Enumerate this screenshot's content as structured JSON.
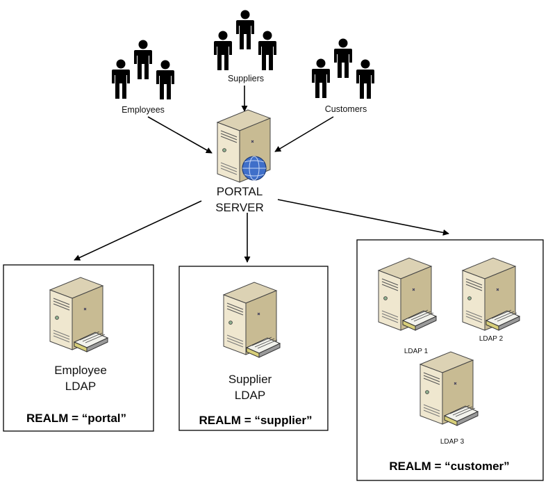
{
  "groups": {
    "employees": "Employees",
    "suppliers": "Suppliers",
    "customers": "Customers"
  },
  "portal": {
    "line1": "PORTAL",
    "line2": "SERVER"
  },
  "employee_box": {
    "line1": "Employee",
    "line2": "LDAP",
    "realm": "REALM = “portal”"
  },
  "supplier_box": {
    "line1": "Supplier",
    "line2": "LDAP",
    "realm": "REALM = “supplier”"
  },
  "customer_box": {
    "ldap1": "LDAP 1",
    "ldap2": "LDAP 2",
    "ldap3": "LDAP 3",
    "realm": "REALM = “customer”"
  },
  "colors": {
    "server_body": "#efe7cf",
    "server_side": "#c8bb93",
    "server_top": "#dcd2b4",
    "globe": "#3f6fc9",
    "drawer": "#d8cf7a"
  }
}
